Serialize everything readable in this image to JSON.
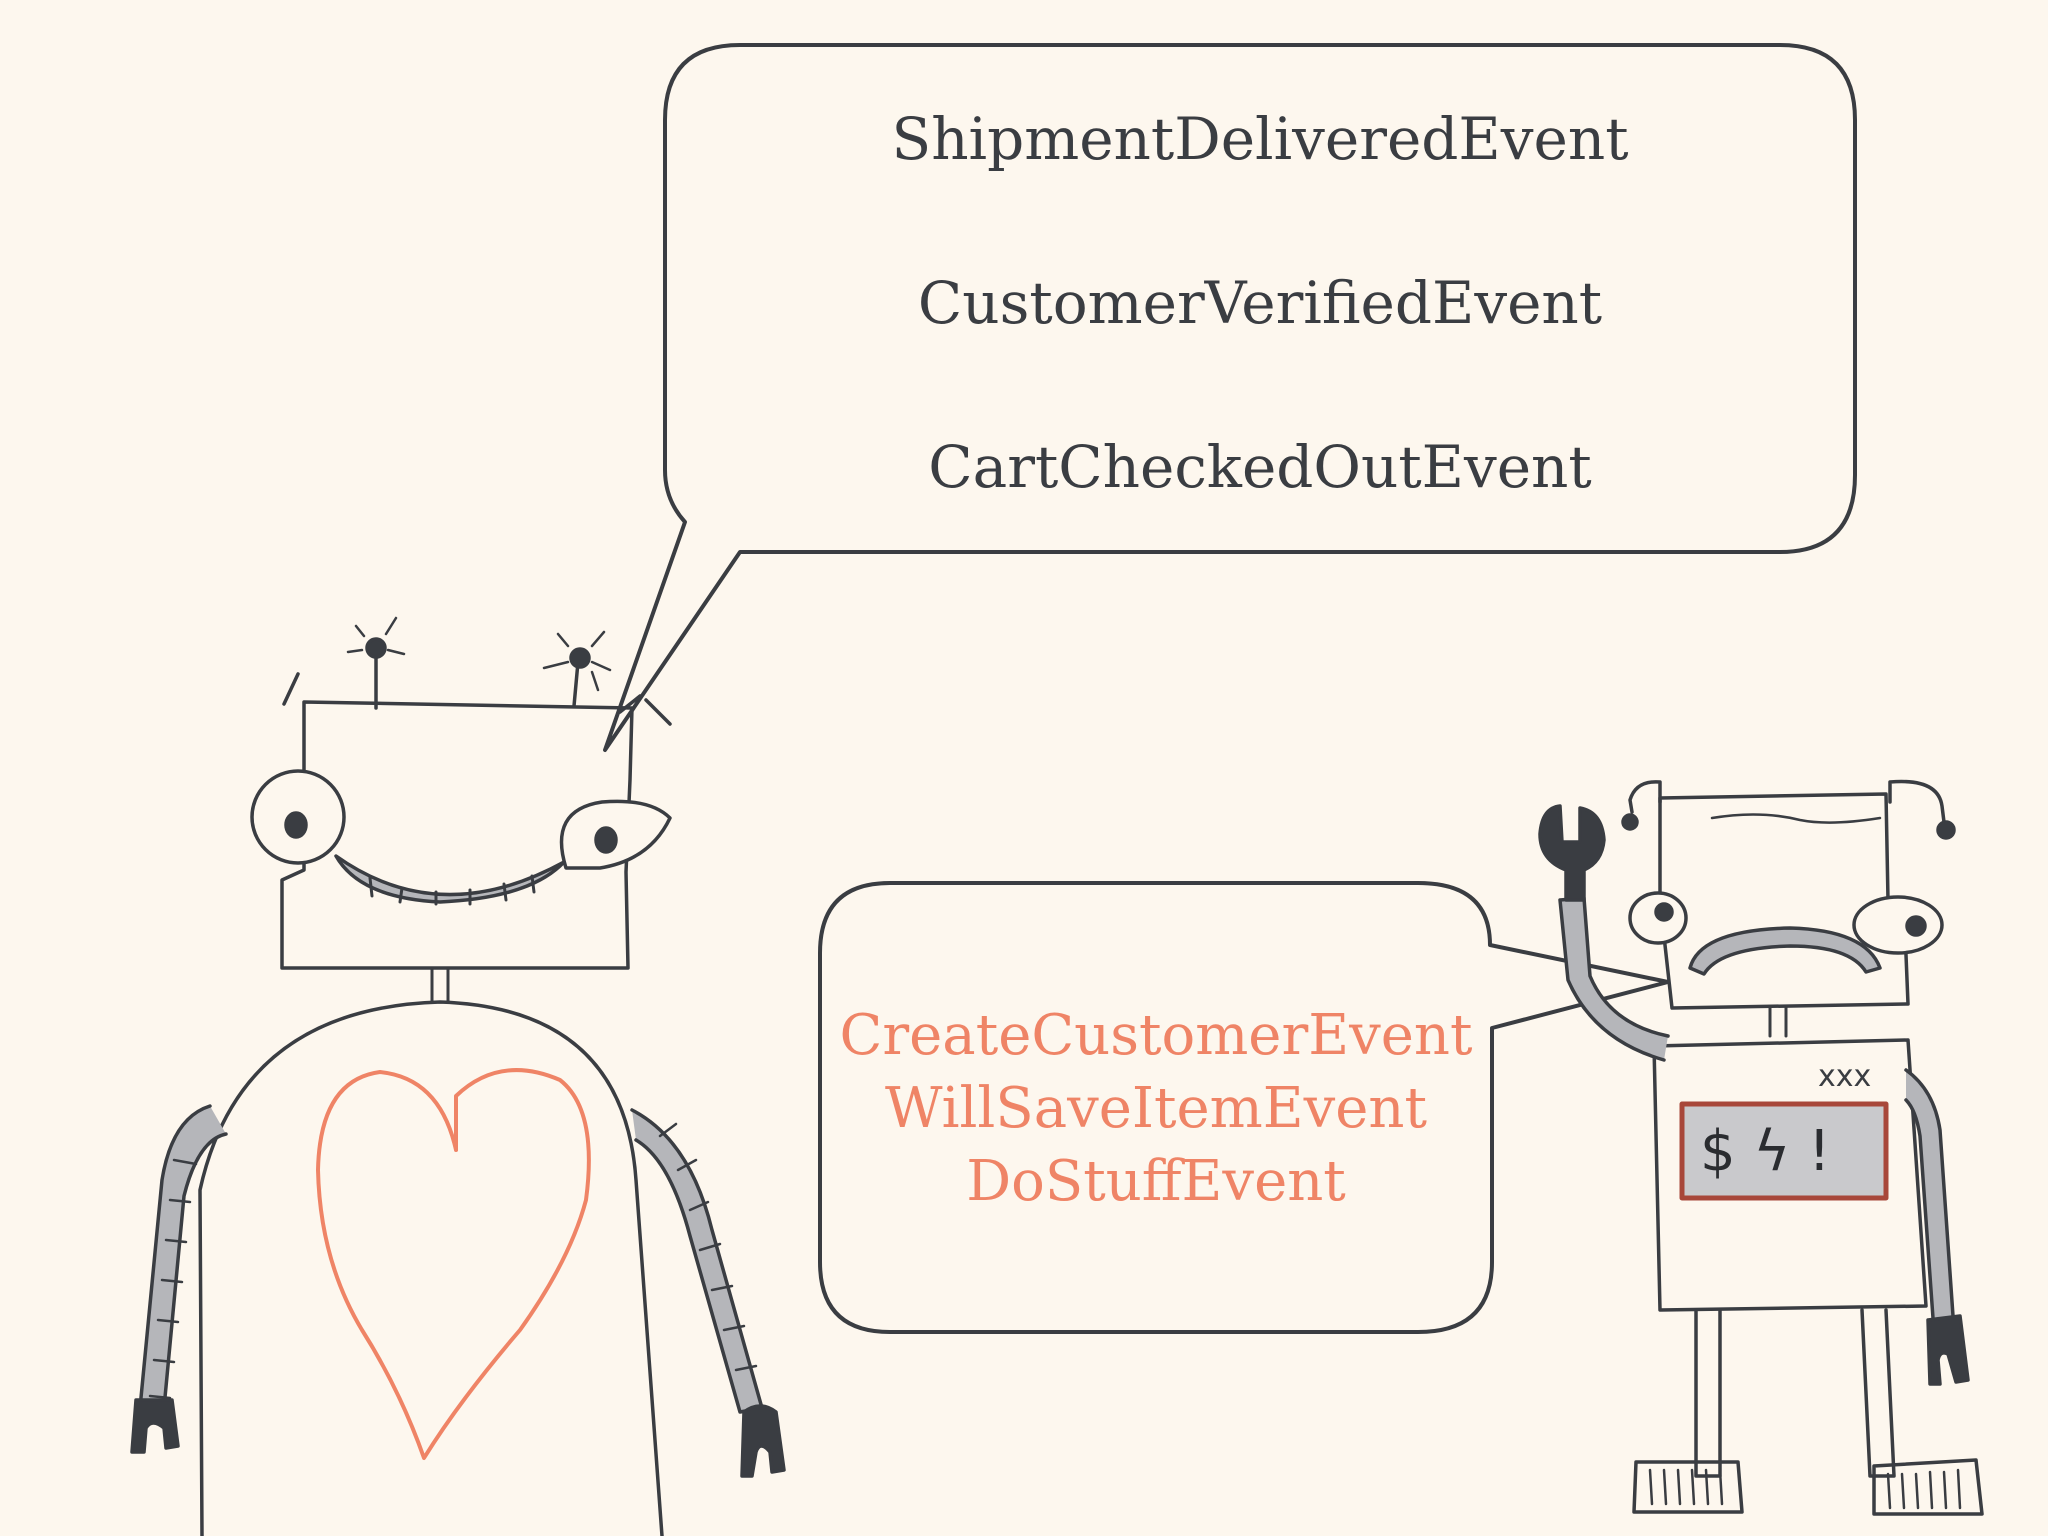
{
  "colors": {
    "background": "#fdf7ee",
    "ink": "#3a3d42",
    "accent": "#ef8466",
    "metal": "#b5b6ba",
    "screen": "#c9c9cc",
    "screen_border": "#a8473a"
  },
  "left_bubble": {
    "events": [
      "ShipmentDeliveredEvent",
      "CustomerVerifiedEvent",
      "CartCheckedOutEvent"
    ]
  },
  "right_bubble": {
    "events": [
      "CreateCustomerEvent",
      "WillSaveItemEvent",
      "DoStuffEvent"
    ]
  },
  "robots": {
    "happy_robot": {
      "chest_icon": "heart-icon"
    },
    "grumpy_robot": {
      "chest_label": "xxx",
      "screen_text": "$ ϟ !",
      "held_icon": "wrench-icon"
    }
  }
}
